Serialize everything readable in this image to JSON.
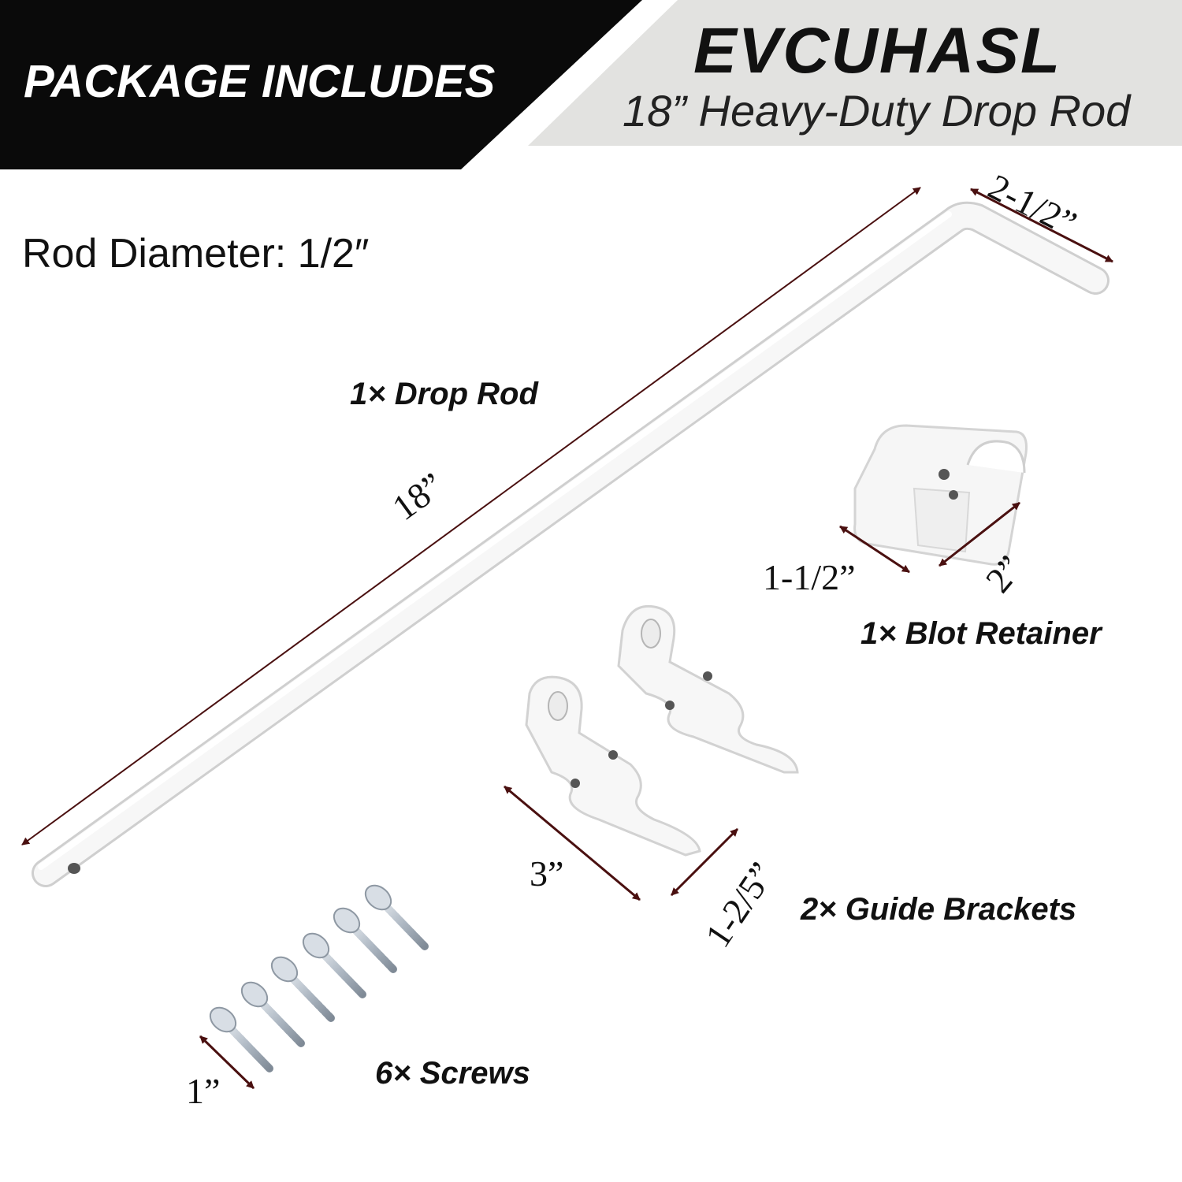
{
  "banner": {
    "title": "PACKAGE INCLUDES"
  },
  "brand": {
    "name": "EVCUHASL",
    "subtitle": "18” Heavy-Duty Drop Rod"
  },
  "spec": {
    "rod_diameter": "Rod Diameter: 1/2″"
  },
  "parts": {
    "drop_rod": "1× Drop Rod",
    "bolt_retainer": "1× Blot Retainer",
    "guide_brackets": "2× Guide Brackets",
    "screws": "6× Screws"
  },
  "dimensions": {
    "rod_length": "18”",
    "rod_bend": "2-1/2”",
    "retainer_width": "1-1/2”",
    "retainer_depth": "2”",
    "bracket_length": "3”",
    "bracket_width": "1-2/5”",
    "screw_length": "1”"
  },
  "colors": {
    "banner_black": "#0a0a0a",
    "banner_gray": "#e2e2e0",
    "arrow": "#4a1010",
    "part_white": "#f7f7f7",
    "screw_silver": "#b9c2cc"
  }
}
